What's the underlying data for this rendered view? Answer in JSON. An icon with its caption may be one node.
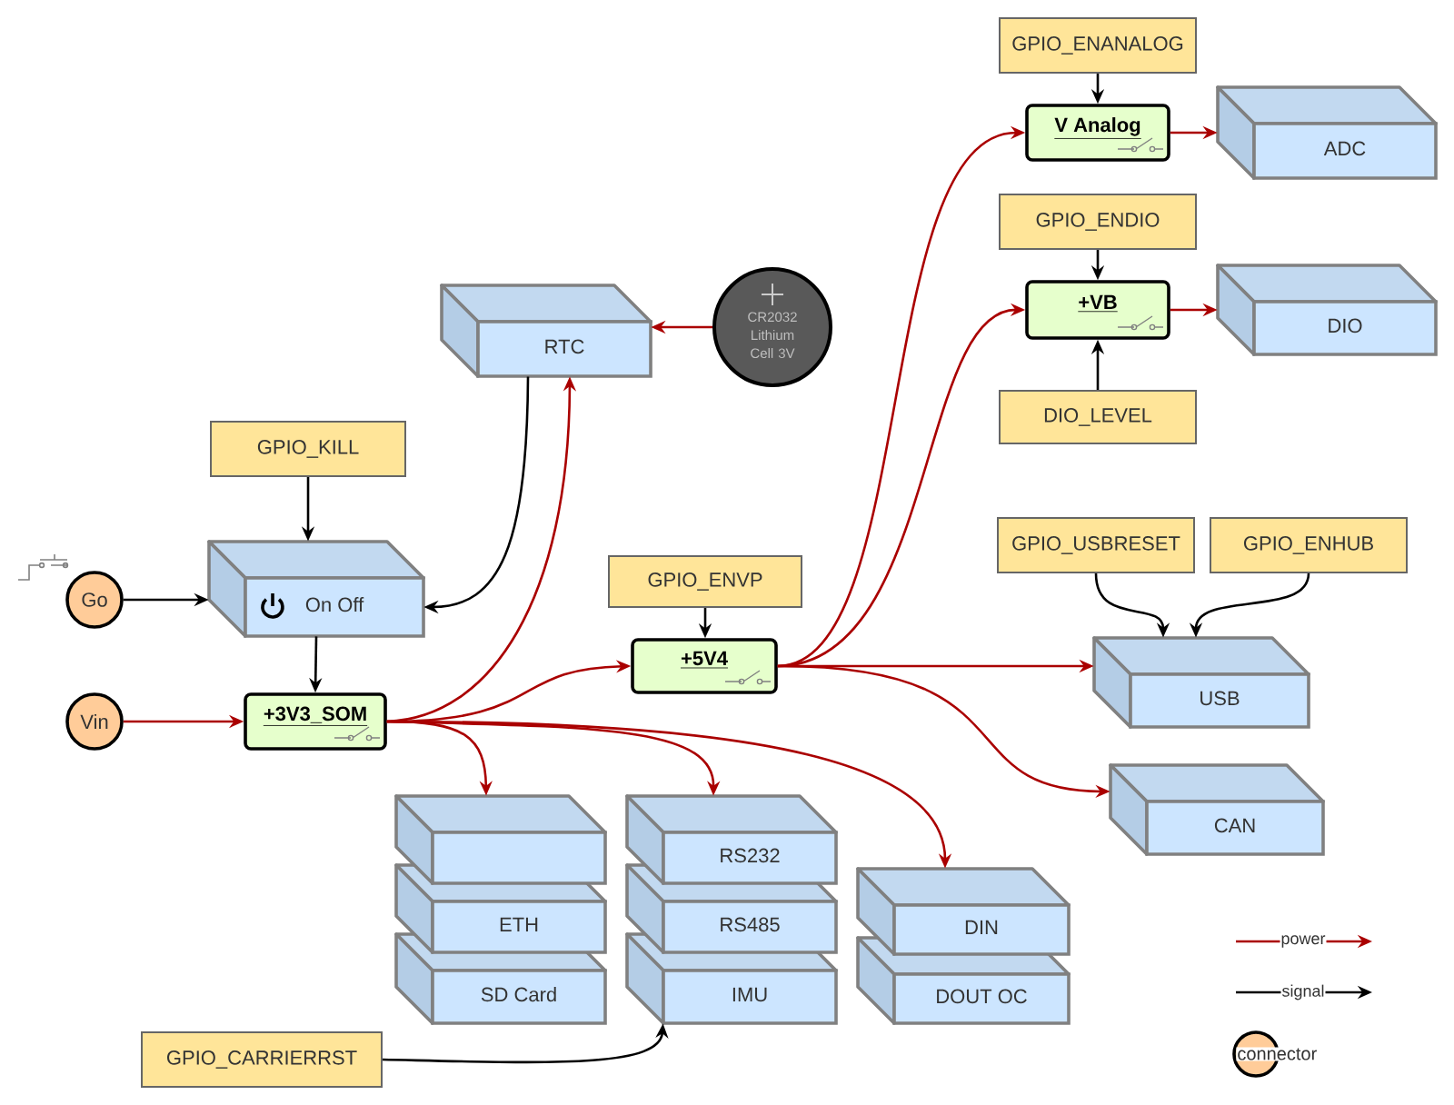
{
  "diagram": {
    "nodes": [
      {
        "text": [
          "Go"
        ]
      },
      {
        "text": [
          "Vin"
        ]
      },
      {
        "text": [
          "GPIO_KILL"
        ]
      },
      {
        "text": [
          "On Off"
        ]
      },
      {
        "text": [
          "RTC"
        ]
      },
      {
        "text": [
          "CR2032 Lithium Cell 3V"
        ]
      },
      {
        "text": [
          "+3V3_SOM"
        ]
      },
      {
        "text": [
          "GPIO_ENVP"
        ]
      },
      {
        "text": [
          "+5V4"
        ]
      },
      {
        "text": [
          "GPIO_ENANALOG"
        ]
      },
      {
        "text": [
          "V Analog"
        ]
      },
      {
        "text": [
          "ADC"
        ]
      },
      {
        "text": [
          "GPIO_ENDIO"
        ]
      },
      {
        "text": [
          "+VB"
        ]
      },
      {
        "text": [
          "DIO"
        ]
      },
      {
        "text": [
          "DIO_LEVEL"
        ]
      },
      {
        "text": [
          "GPIO_USBRESET"
        ]
      },
      {
        "text": [
          "GPIO_ENHUB"
        ]
      },
      {
        "text": [
          "USB"
        ]
      },
      {
        "text": [
          "CAN"
        ]
      },
      {
        "text": [],
        "shape": "box"
      },
      {
        "text": [
          "ETH"
        ]
      },
      {
        "text": [
          "SD Card"
        ]
      },
      {
        "text": [
          "RS232"
        ]
      },
      {
        "text": [
          "RS485"
        ]
      },
      {
        "text": [
          "IMU"
        ]
      },
      {
        "text": [
          "DIN"
        ]
      },
      {
        "text": [
          "DOUT OC"
        ]
      },
      {
        "text": [
          "GPIO_CARRIERRST"
        ]
      }
    ],
    "edges": [
      {
        "from": 0,
        "to": 3,
        "arrow": "to",
        "color": "#000000"
      },
      {
        "from": 2,
        "to": 3,
        "arrow": "to",
        "color": "#000000"
      },
      {
        "from": 4,
        "to": 3,
        "arrow": "to",
        "color": "#000000"
      },
      {
        "from": 3,
        "to": 6,
        "arrow": "to",
        "color": "#000000"
      },
      {
        "from": 1,
        "to": 6,
        "arrow": "to"
      },
      {
        "from": 6,
        "to": 4,
        "arrow": "to"
      },
      {
        "from": 5,
        "to": 4,
        "arrow": "to"
      },
      {
        "from": 6,
        "to": 8,
        "arrow": "to"
      },
      {
        "from": 6,
        "to": 20,
        "arrow": "to"
      },
      {
        "from": 6,
        "to": 23,
        "arrow": "to"
      },
      {
        "from": 6,
        "to": 26,
        "arrow": "to"
      },
      {
        "from": 7,
        "to": 8,
        "arrow": "to",
        "color": "#000000"
      },
      {
        "from": 8,
        "to": 10,
        "arrow": "to"
      },
      {
        "from": 8,
        "to": 13,
        "arrow": "to"
      },
      {
        "from": 8,
        "to": 18,
        "arrow": "to"
      },
      {
        "from": 8,
        "to": 19,
        "arrow": "to"
      },
      {
        "from": 9,
        "to": 10,
        "arrow": "to",
        "color": "#000000"
      },
      {
        "from": 10,
        "to": 11,
        "arrow": "to"
      },
      {
        "from": 12,
        "to": 13,
        "arrow": "to",
        "color": "#000000"
      },
      {
        "from": 15,
        "to": 13,
        "arrow": "to",
        "color": "#000000"
      },
      {
        "from": 13,
        "to": 14,
        "arrow": "to"
      },
      {
        "from": 16,
        "to": 18,
        "arrow": "to",
        "color": "#000000"
      },
      {
        "from": 17,
        "to": 18,
        "arrow": "to",
        "color": "#000000"
      },
      {
        "from": 28,
        "to": 25,
        "arrow": "to",
        "color": "#000000"
      }
    ],
    "legend": [
      {
        "text": "power"
      },
      {
        "text": "signal"
      },
      {
        "text": "connector"
      }
    ]
  }
}
